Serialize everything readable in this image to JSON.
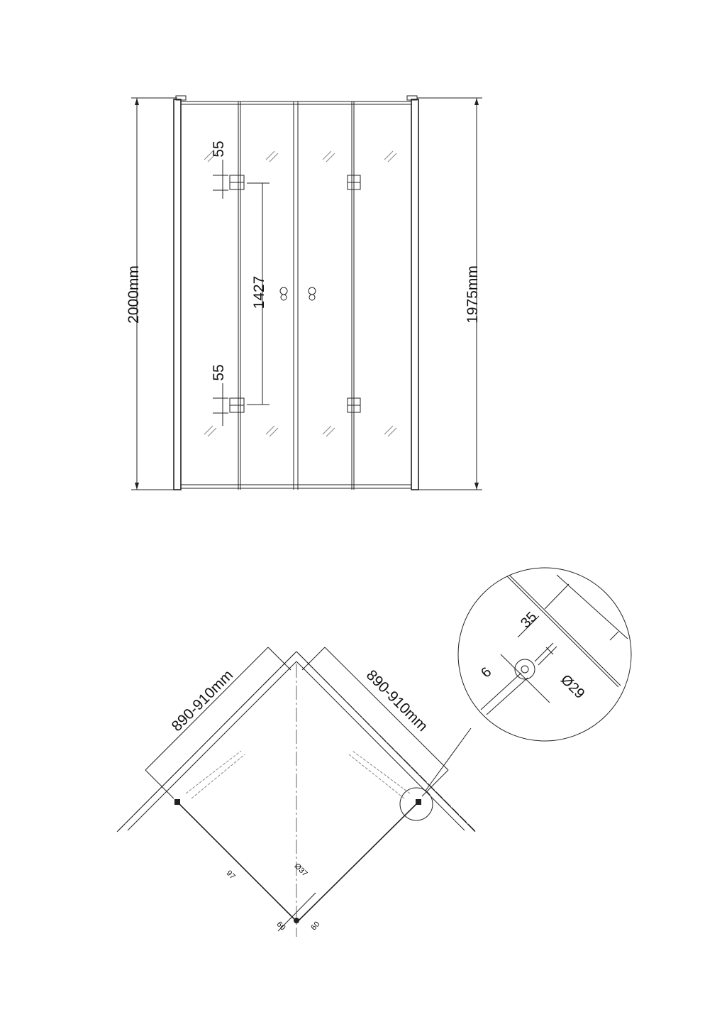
{
  "elevation": {
    "total_height": "2000mm",
    "door_height": "1975mm",
    "handle_spacing": "1427",
    "hinge_offset_top": "55",
    "hinge_offset_bottom": "55"
  },
  "plan": {
    "width_left": "890-910mm",
    "width_right": "890-910mm",
    "hinge_spacing": "97",
    "diameter_center": "Ø37",
    "offset_left": "60",
    "offset_right": "60"
  },
  "detail": {
    "profile_width": "35",
    "glass_thickness": "6",
    "hinge_diameter": "Ø29"
  }
}
